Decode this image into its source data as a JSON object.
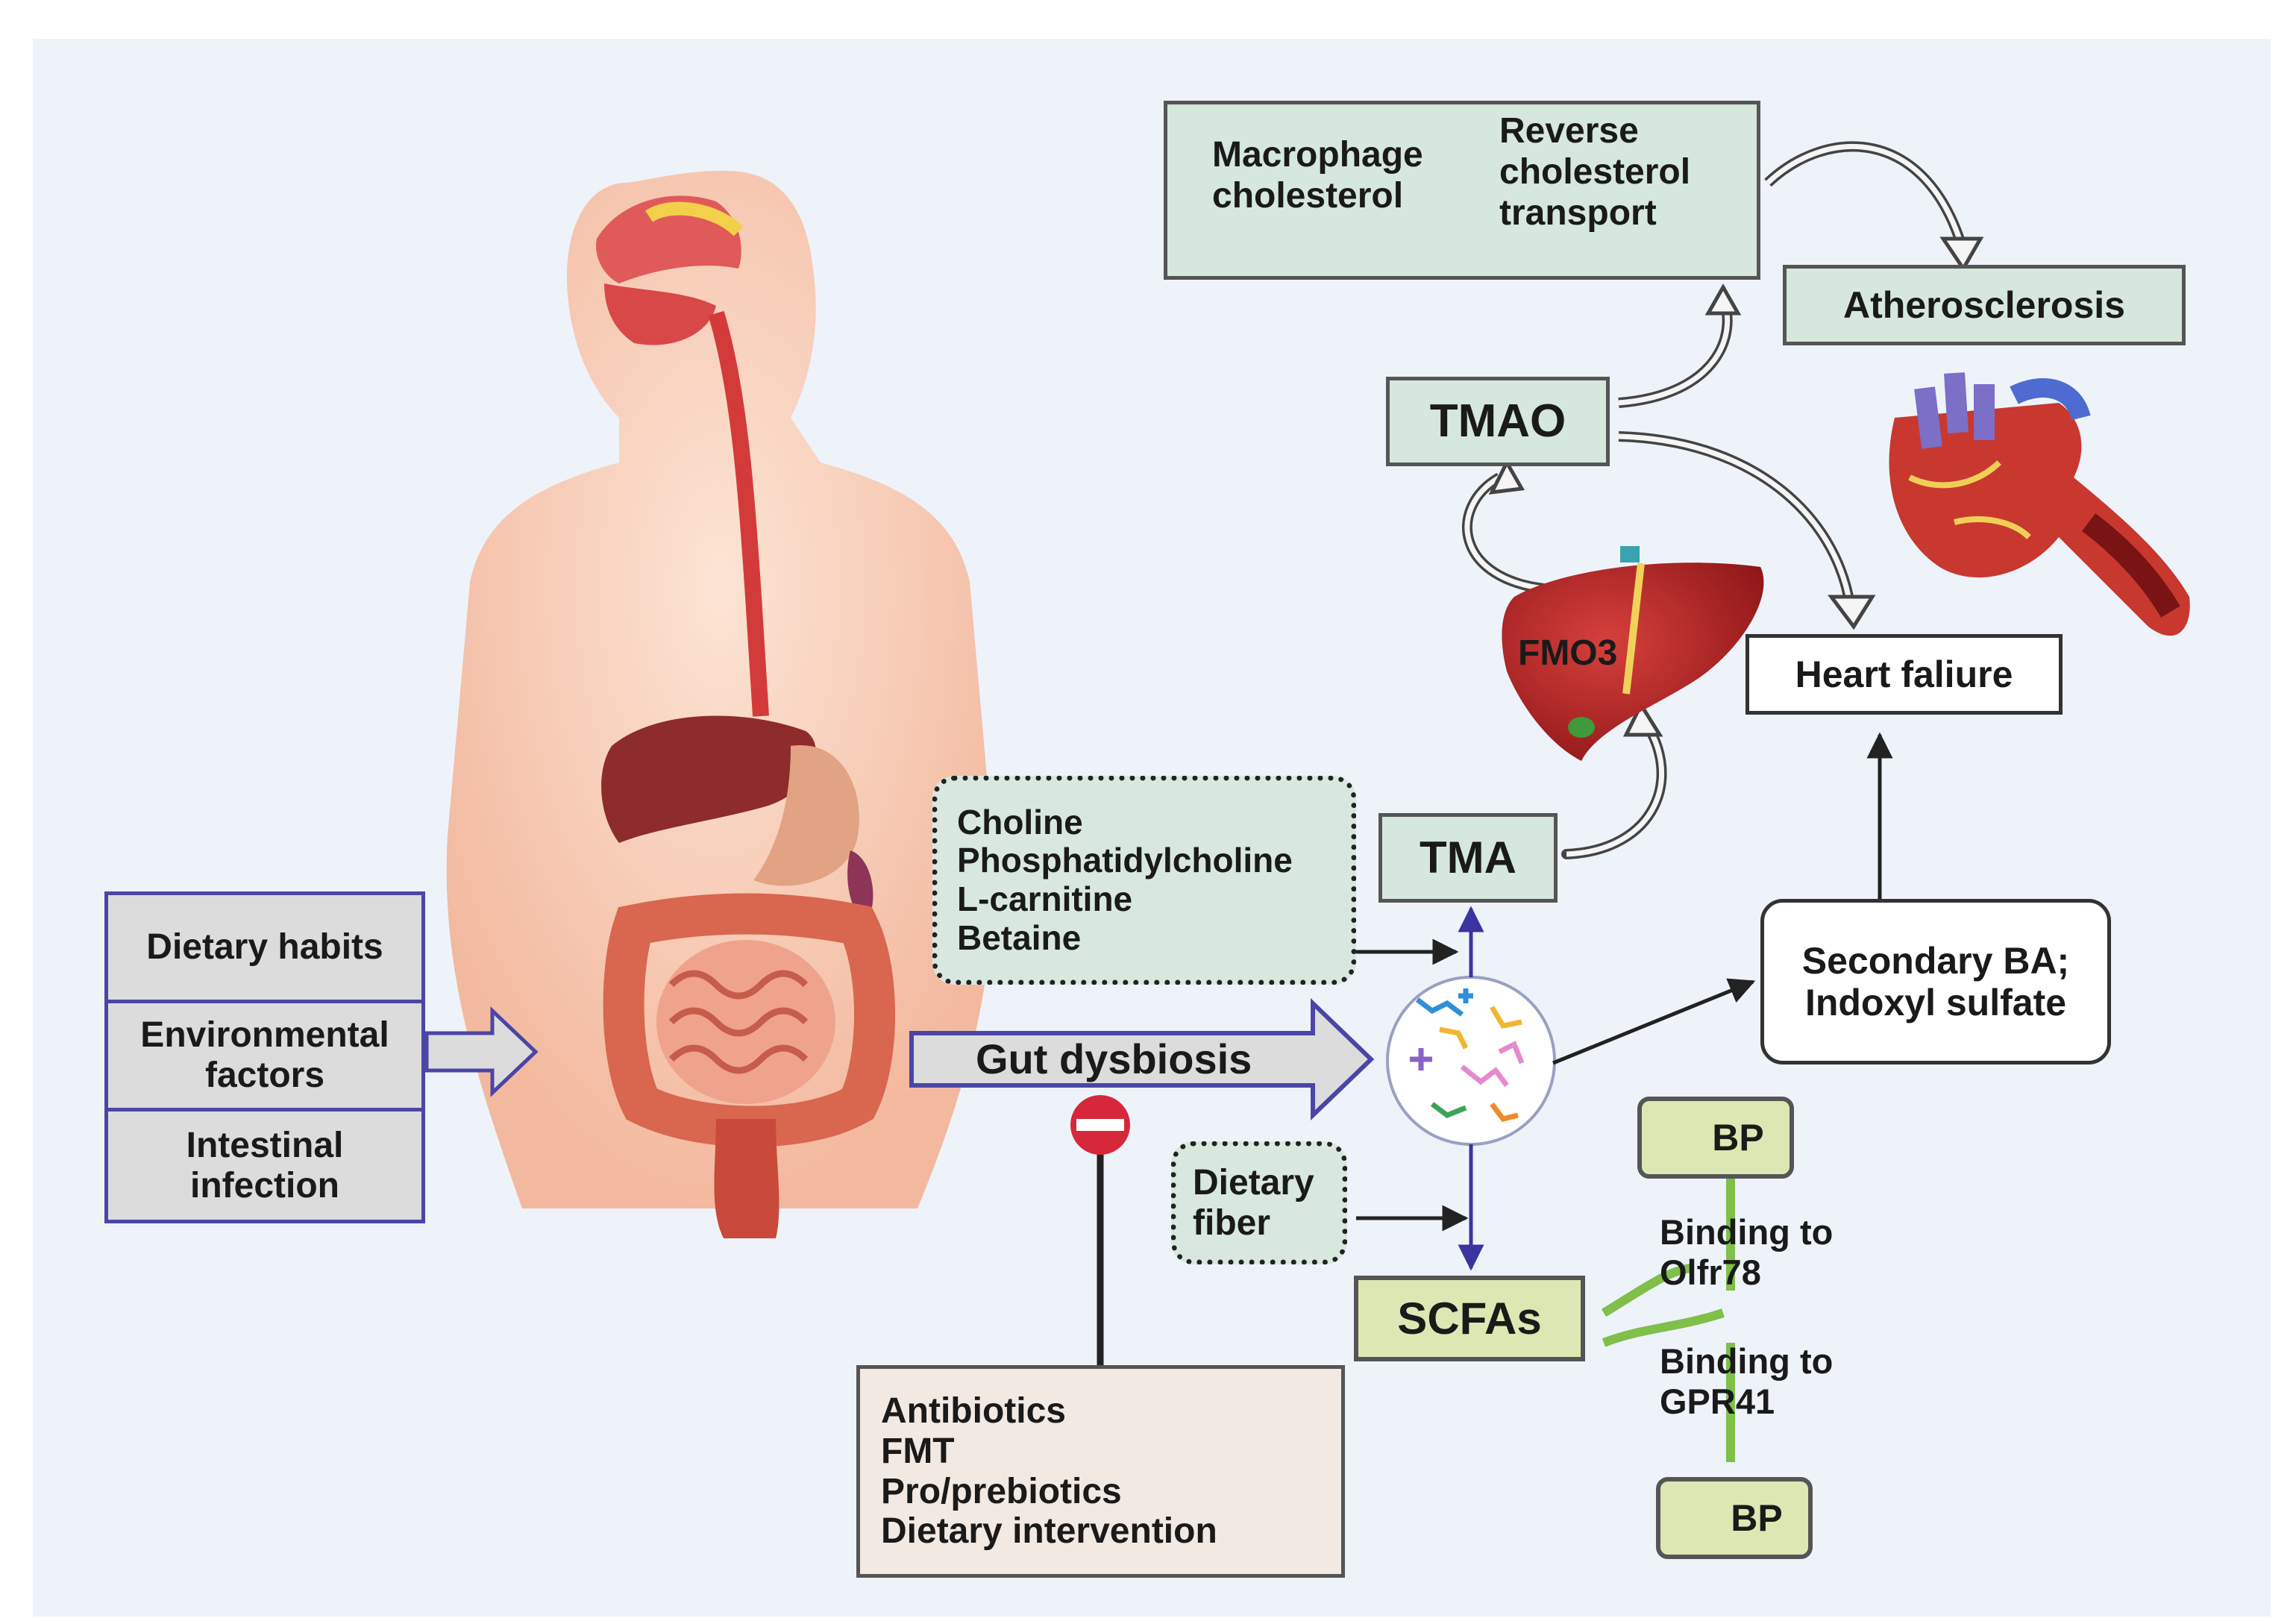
{
  "inputs": {
    "dietary_habits": "Dietary habits",
    "environmental_factors": "Environmental factors",
    "intestinal_infection": "Intestinal infection"
  },
  "gut_dysbiosis": "Gut dysbiosis",
  "precursors": [
    "Choline",
    "Phosphatidylcholine",
    "L-carnitine",
    "Betaine"
  ],
  "dietary_fiber": "Dietary fiber",
  "tma": "TMA",
  "tmao": "TMAO",
  "fmo3": "FMO3",
  "macrophage_cholesterol": "Macrophage cholesterol",
  "reverse_cholesterol_transport": "Reverse cholesterol transport",
  "atherosclerosis": "Atherosclerosis",
  "heart_failure": "Heart faliure",
  "secondary_ba": "Secondary BA; Indoxyl sulfate",
  "scfas": "SCFAs",
  "bp_up": "BP",
  "bp_down": "BP",
  "binding_olfr78": "Binding to Olfr78",
  "binding_gpr41": "Binding to GPR41",
  "interventions": [
    "Antibiotics",
    "FMT",
    "Pro/prebiotics",
    "Dietary intervention"
  ],
  "colors": {
    "panel": "#eef3fa",
    "left_box_border": "#4b45a8",
    "mint_box": "#d6e7dd",
    "lime_box": "#dce8b3",
    "cream_box": "#f1e9e2",
    "flow_arrow_fill": "#dcdcdc",
    "flow_arrow_border": "#4b45a8",
    "stop_sign": "#d6283a",
    "bp_arrow": "#7fbf4a"
  },
  "icons": [
    "human-body-illustration",
    "microbiota-icon",
    "liver-icon",
    "heart-illustration",
    "stop-sign-icon"
  ]
}
